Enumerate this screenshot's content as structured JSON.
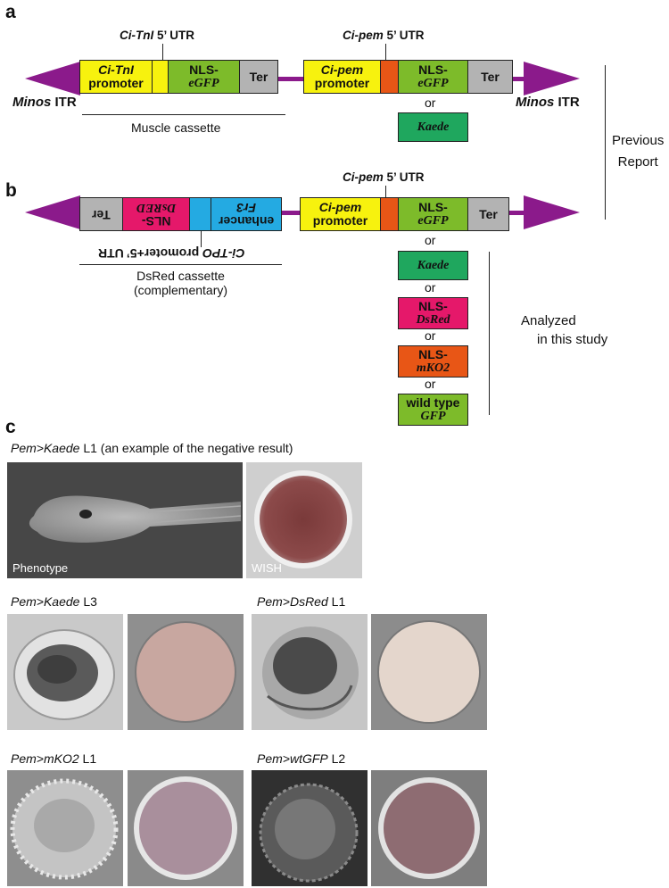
{
  "colors": {
    "yellow": "#f7f20e",
    "green": "#7dbb2a",
    "gray": "#b3b3b3",
    "orange": "#e85616",
    "kaede": "#1fa75e",
    "dsred": "#e5186a",
    "blue": "#24aae2",
    "purple": "#8b1a8b"
  },
  "panel_a": {
    "letter": "a",
    "tni_utr": {
      "gene": "Ci-TnI",
      "suffix": " 5’ UTR"
    },
    "pem_utr": {
      "gene": "Ci-pem",
      "suffix": " 5’  UTR"
    },
    "tni_promoter": {
      "gene": "Ci-TnI",
      "suffix": "promoter"
    },
    "nls_egfp_1": {
      "prefix": "NLS-",
      "gene": "eGFP"
    },
    "ter_1": "Ter",
    "pem_promoter": {
      "gene": "Ci-pem",
      "suffix": "promoter"
    },
    "nls_egfp_2": {
      "prefix": "NLS-",
      "gene": "eGFP"
    },
    "ter_2": "Ter",
    "minos_left": {
      "gene": "Minos",
      "suffix": " ITR"
    },
    "minos_right": {
      "gene": "Minos",
      "suffix": " ITR"
    },
    "muscle_cassette": "Muscle cassette",
    "or": "or",
    "kaede": "Kaede"
  },
  "previous_report": {
    "line1": "Previous",
    "line2": "Report"
  },
  "panel_b": {
    "letter": "b",
    "pem_utr": {
      "gene": "Ci-pem",
      "suffix": " 5’ UTR"
    },
    "ter_left": "Ter",
    "nls_dsred": {
      "prefix": "NLS-",
      "gene": "DsRED"
    },
    "fr3": {
      "gene": "Fr3",
      "suffix": "enhancer"
    },
    "pem_promoter": {
      "gene": "Ci-pem",
      "suffix": "promoter"
    },
    "nls_egfp": {
      "prefix": "NLS-",
      "gene": "eGFP"
    },
    "ter_right": "Ter",
    "tpo_label": {
      "gene": "Ci-TPO",
      "suffix": " promoter+5’ UTR"
    },
    "dsred_cassette": {
      "line1": "DsRed cassette",
      "line2": "(complementary)"
    },
    "or1": "or",
    "kaede": "Kaede",
    "or2": "or",
    "nls_dsred2": {
      "prefix": "NLS-",
      "gene": "DsRed"
    },
    "or3": "or",
    "nls_mko2": {
      "prefix": "NLS-",
      "gene": "mKO2"
    },
    "or4": "or",
    "wt_gfp": {
      "prefix": "wild type",
      "gene": "GFP"
    }
  },
  "analyzed": {
    "line1": "Analyzed",
    "line2": "in this study"
  },
  "panel_c": {
    "letter": "c",
    "first": {
      "construct": "Pem>Kaede",
      "line": " L1 (an example of the negative result)"
    },
    "phenotype": "Phenotype",
    "wish": "WISH",
    "kaede_l3": {
      "construct": "Pem>Kaede",
      "line": " L3"
    },
    "dsred_l1": {
      "construct": "Pem>DsRed",
      "line": " L1"
    },
    "mko2_l1": {
      "construct": "Pem>mKO2",
      "line": " L1"
    },
    "wtgfp_l2": {
      "construct": "Pem>wtGFP",
      "line": " L2"
    }
  }
}
